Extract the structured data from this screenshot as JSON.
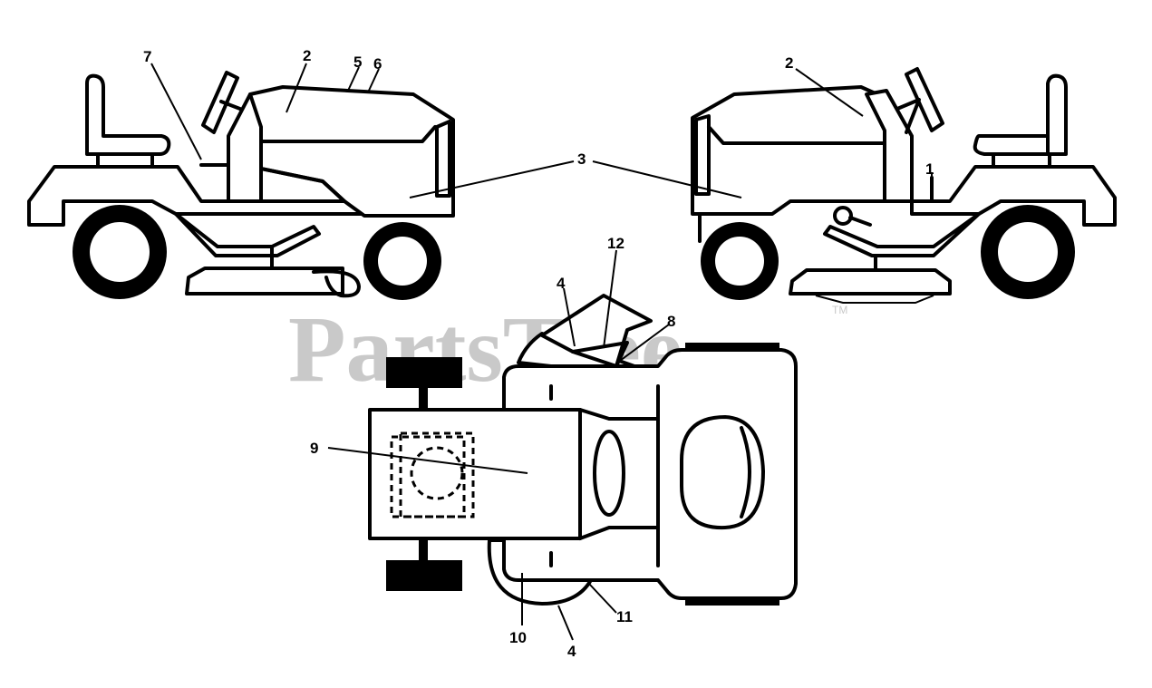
{
  "watermark": {
    "text": "PartsTree",
    "tm": "TM"
  },
  "callouts": {
    "c1": "1",
    "c2_left": "2",
    "c2_right": "2",
    "c3": "3",
    "c4_top": "4",
    "c4_bottom": "4",
    "c5": "5",
    "c6": "6",
    "c7": "7",
    "c8": "8",
    "c9": "9",
    "c10": "10",
    "c11": "11",
    "c12": "12"
  }
}
